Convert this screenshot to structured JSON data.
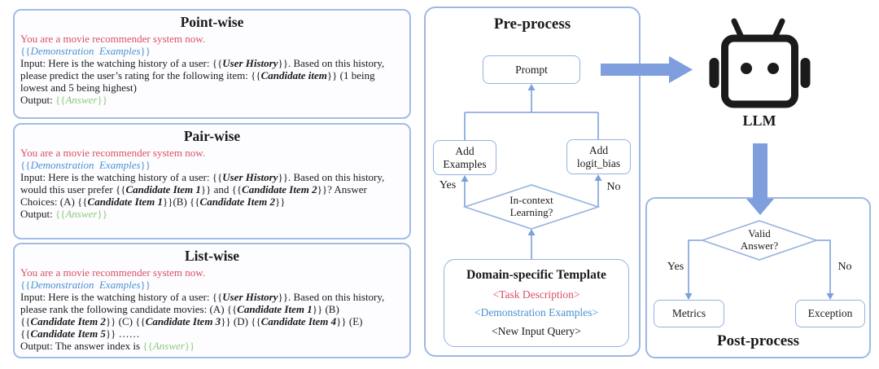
{
  "colors": {
    "panel_border": "#a3bce6",
    "flow_line": "#7ba1da",
    "big_arrow": "#7e9edd",
    "red_text": "#d94f63",
    "blue_text": "#4a90d0",
    "green_text": "#8cc87c",
    "robot": "#1b1b1b"
  },
  "panels": [
    {
      "title": "Point-wise",
      "lines": [
        [
          {
            "t": "You are a movie recommender system now.",
            "s": "red"
          }
        ],
        [
          {
            "t": "{{",
            "s": "blue"
          },
          {
            "t": "Demonstration  Examples",
            "s": "blue-i"
          },
          {
            "t": "}}",
            "s": "blue"
          }
        ],
        [
          {
            "t": "Input: Here is the watching history of a user: {{",
            "s": "plain"
          },
          {
            "t": "User History",
            "s": "bi"
          },
          {
            "t": "}}. Based on this history,",
            "s": "plain"
          }
        ],
        [
          {
            "t": "please predict the user’s rating for the following item: {{",
            "s": "plain"
          },
          {
            "t": "Candidate item",
            "s": "bi"
          },
          {
            "t": "}} (1 being",
            "s": "plain"
          }
        ],
        [
          {
            "t": "lowest and 5 being highest)",
            "s": "plain"
          }
        ],
        [
          {
            "t": "Output: ",
            "s": "plain"
          },
          {
            "t": "{{",
            "s": "green"
          },
          {
            "t": "Answer",
            "s": "green-i"
          },
          {
            "t": "}}",
            "s": "green"
          }
        ]
      ]
    },
    {
      "title": "Pair-wise",
      "lines": [
        [
          {
            "t": "You are a movie recommender system now.",
            "s": "red"
          }
        ],
        [
          {
            "t": "{{",
            "s": "blue"
          },
          {
            "t": "Demonstration  Examples",
            "s": "blue-i"
          },
          {
            "t": "}}",
            "s": "blue"
          }
        ],
        [
          {
            "t": "Input: Here is the watching history of a user: {{",
            "s": "plain"
          },
          {
            "t": "User History",
            "s": "bi"
          },
          {
            "t": "}}. Based on this history,",
            "s": "plain"
          }
        ],
        [
          {
            "t": "would this user prefer {{",
            "s": "plain"
          },
          {
            "t": "Candidate Item 1",
            "s": "bi"
          },
          {
            "t": "}} and {{",
            "s": "plain"
          },
          {
            "t": "Candidate Item 2",
            "s": "bi"
          },
          {
            "t": "}}? Answer",
            "s": "plain"
          }
        ],
        [
          {
            "t": "Choices: (A) {{",
            "s": "plain"
          },
          {
            "t": "Candidate Item 1",
            "s": "bi"
          },
          {
            "t": "}}(B) {{",
            "s": "plain"
          },
          {
            "t": "Candidate Item 2",
            "s": "bi"
          },
          {
            "t": "}}",
            "s": "plain"
          }
        ],
        [
          {
            "t": "Output: ",
            "s": "plain"
          },
          {
            "t": "{{",
            "s": "green"
          },
          {
            "t": "Answer",
            "s": "green-i"
          },
          {
            "t": "}}",
            "s": "green"
          }
        ]
      ]
    },
    {
      "title": "List-wise",
      "lines": [
        [
          {
            "t": "You are a movie recommender system now.",
            "s": "red"
          }
        ],
        [
          {
            "t": "{{",
            "s": "blue"
          },
          {
            "t": "Demonstration  Examples",
            "s": "blue-i"
          },
          {
            "t": "}}",
            "s": "blue"
          }
        ],
        [
          {
            "t": "Input: Here is the watching history of a user: {{",
            "s": "plain"
          },
          {
            "t": "User History",
            "s": "bi"
          },
          {
            "t": "}}. Based on this history,",
            "s": "plain"
          }
        ],
        [
          {
            "t": "please rank the following candidate movies: (A) {{",
            "s": "plain"
          },
          {
            "t": "Candidate Item 1",
            "s": "bi"
          },
          {
            "t": "}} (B)",
            "s": "plain"
          }
        ],
        [
          {
            "t": "{{",
            "s": "plain"
          },
          {
            "t": "Candidate Item 2",
            "s": "bi"
          },
          {
            "t": "}} (C) {{",
            "s": "plain"
          },
          {
            "t": "Candidate Item 3",
            "s": "bi"
          },
          {
            "t": "}} (D) {{",
            "s": "plain"
          },
          {
            "t": "Candidate Item 4",
            "s": "bi"
          },
          {
            "t": "}} (E)",
            "s": "plain"
          }
        ],
        [
          {
            "t": "{{",
            "s": "plain"
          },
          {
            "t": "Candidate Item 5",
            "s": "bi"
          },
          {
            "t": "}} ……",
            "s": "plain"
          }
        ],
        [
          {
            "t": "Output: The answer index is ",
            "s": "plain"
          },
          {
            "t": "{{",
            "s": "green"
          },
          {
            "t": "Answer",
            "s": "green-i"
          },
          {
            "t": "}}",
            "s": "green"
          }
        ]
      ]
    }
  ],
  "preprocess": {
    "title": "Pre-process",
    "prompt": "Prompt",
    "add_examples": "Add Examples",
    "add_logit_bias": "Add logit_bias",
    "yes": "Yes",
    "no": "No",
    "condition": "In-context Learning?",
    "template": {
      "title": "Domain-specific Template",
      "task": "<Task Description>",
      "demo": "<Demonstration Examples>",
      "query": "<New Input Query>"
    }
  },
  "llm": {
    "label": "LLM",
    "icon": "robot-icon"
  },
  "postprocess": {
    "title": "Post-process",
    "condition": "Valid Answer?",
    "yes": "Yes",
    "no": "No",
    "metrics": "Metrics",
    "exception": "Exception"
  }
}
